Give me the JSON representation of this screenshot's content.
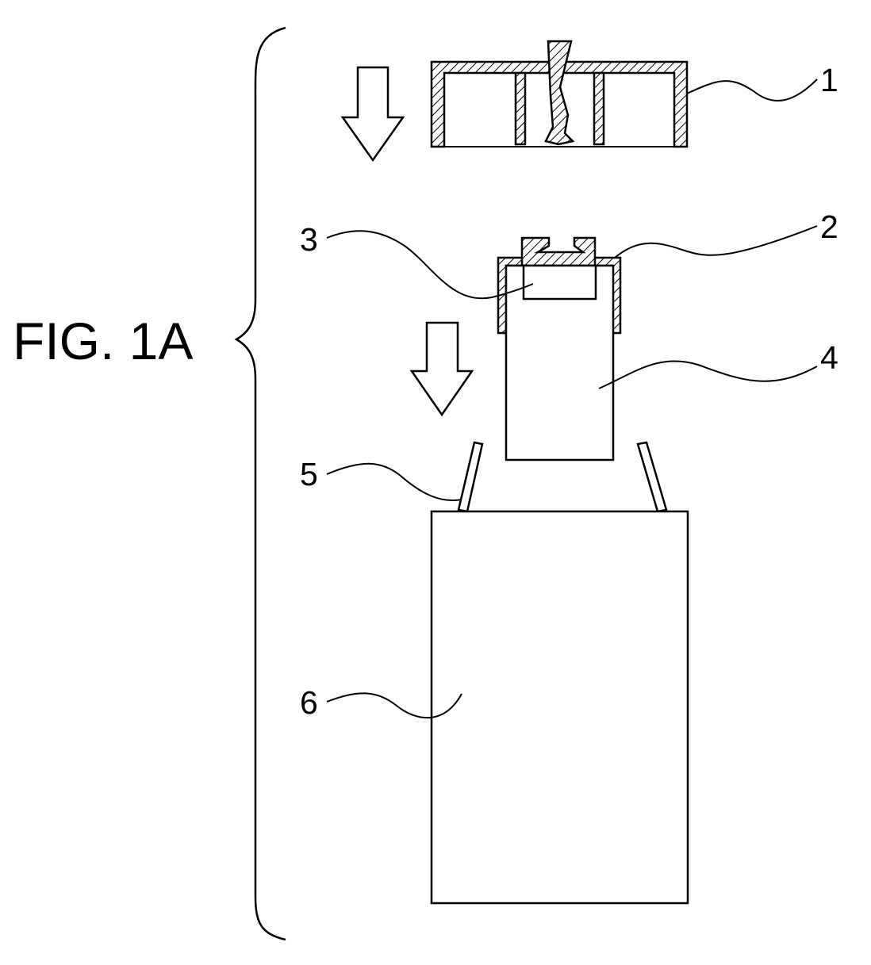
{
  "figure": {
    "title": "FIG. 1A",
    "reference_numerals": [
      "1",
      "2",
      "3",
      "4",
      "5",
      "6"
    ]
  },
  "colors": {
    "line": "#000000",
    "background": "#ffffff"
  }
}
